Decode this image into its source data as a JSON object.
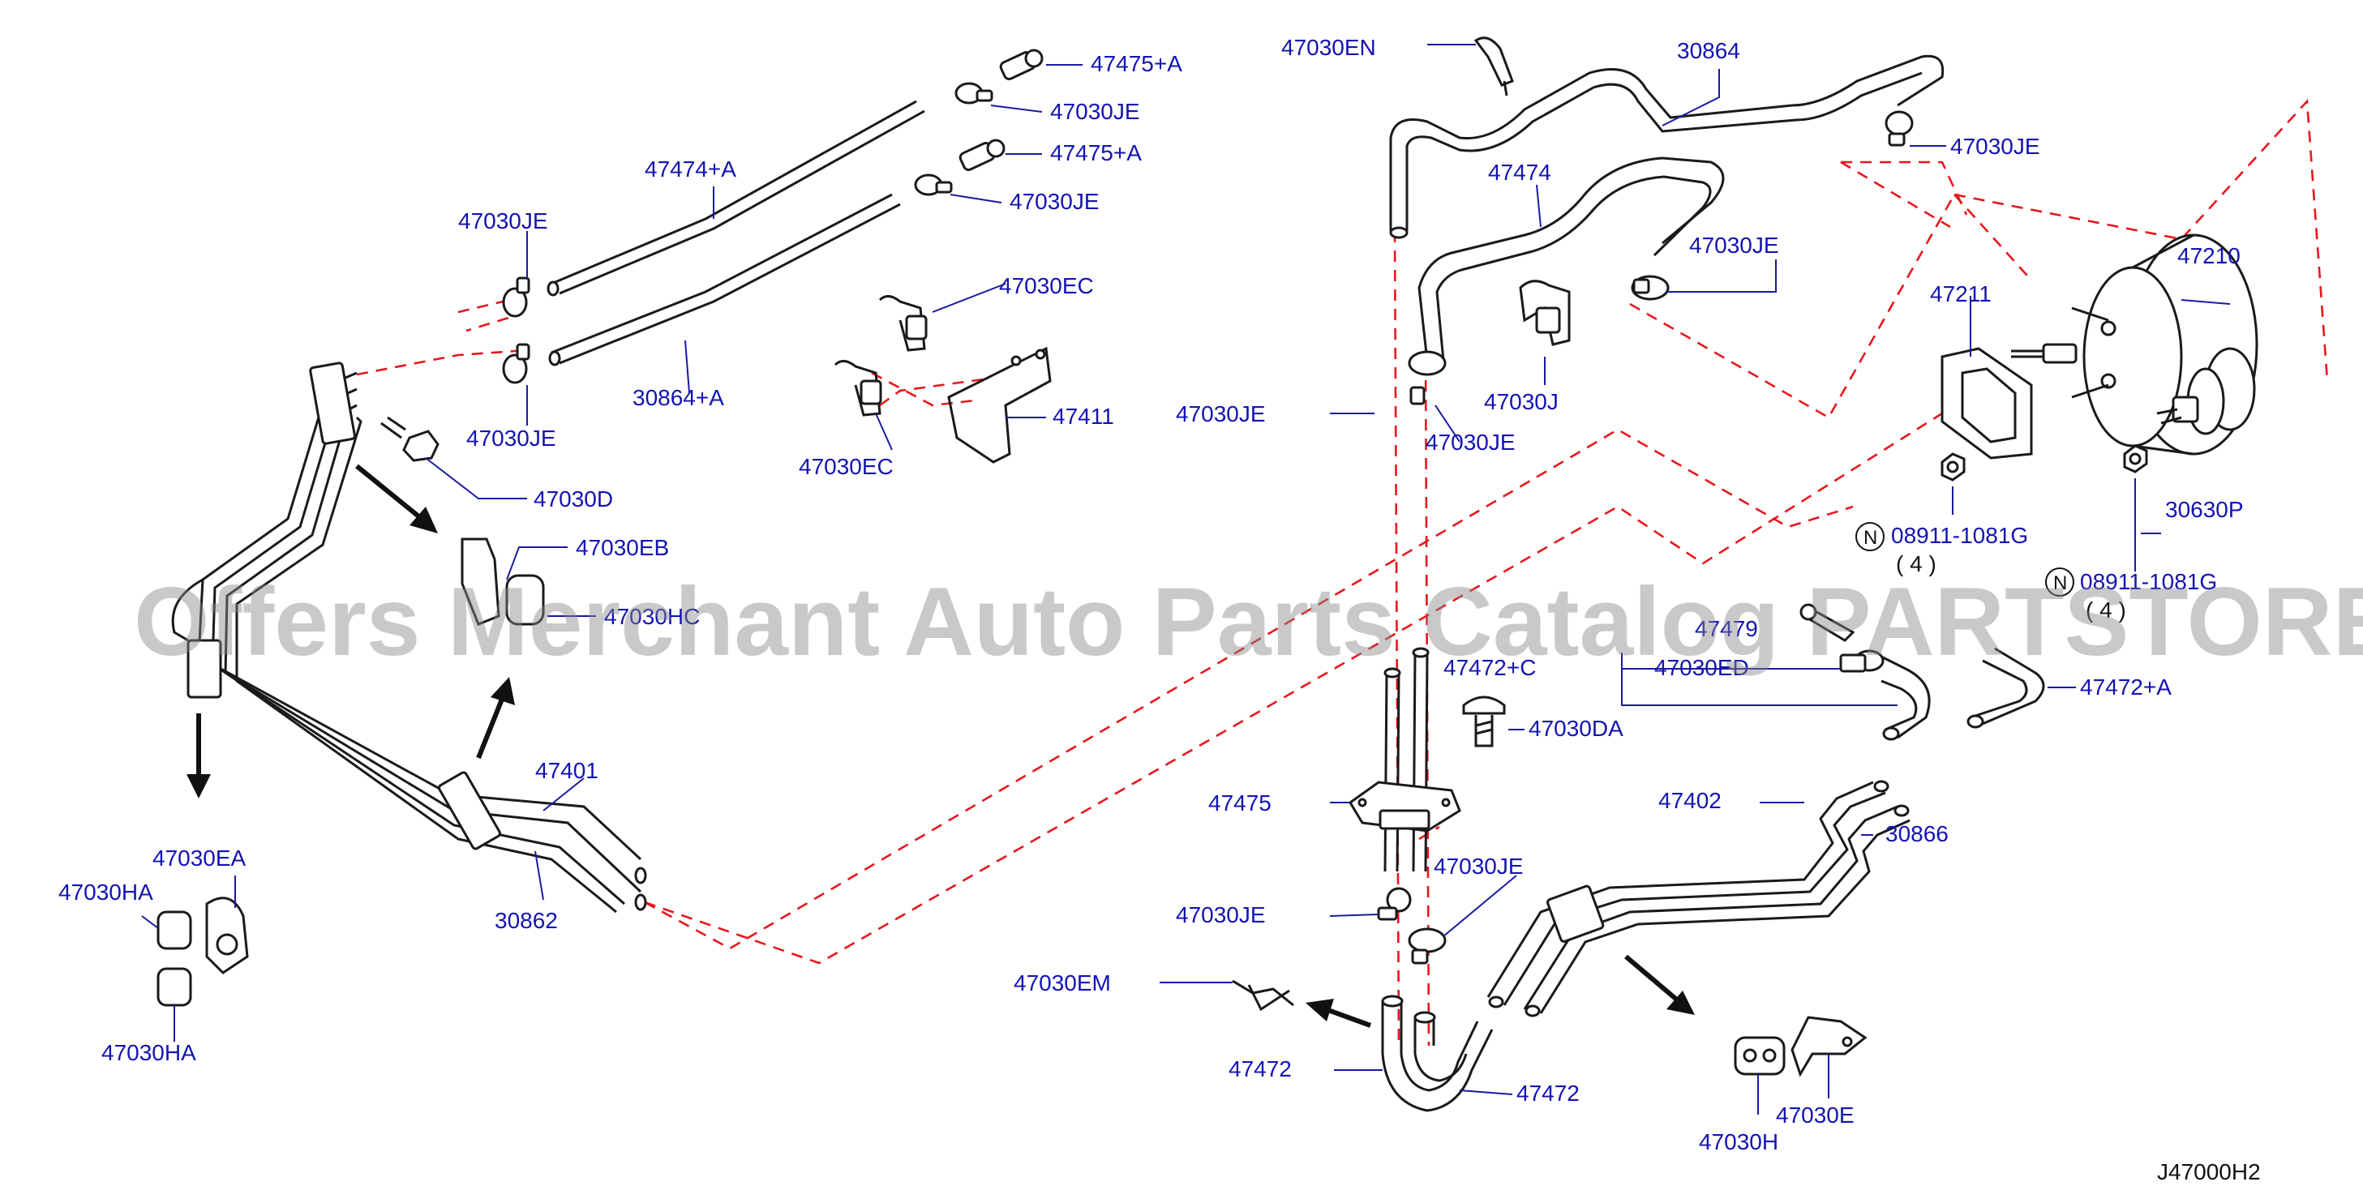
{
  "watermark": "Offers Merchant Auto Parts Catalog PARTSTORE.SA",
  "reference_code": "J47000H2",
  "colors": {
    "callout_text": "#1313b4",
    "leader_line": "#1a1a9f",
    "dashed_guide": "#e8171c",
    "part_outline": "#1a1a1a",
    "watermark": "#8a8a8a"
  },
  "callouts": {
    "c47475A_1": "47475+A",
    "c47030JE_1": "47030JE",
    "c47475A_2": "47475+A",
    "c47030JE_2": "47030JE",
    "c47474A": "47474+A",
    "c47030JE_3": "47030JE",
    "c30864A": "30864+A",
    "c47030JE_4": "47030JE",
    "c47030EC_1": "47030EC",
    "c47411": "47411",
    "c47030EC_2": "47030EC",
    "c47030D": "47030D",
    "c47030EB": "47030EB",
    "c47030HC": "47030HC",
    "c47401": "47401",
    "c30862": "30862",
    "c47030EA": "47030EA",
    "c47030HA_1": "47030HA",
    "c47030HA_2": "47030HA",
    "c47030EN": "47030EN",
    "c30864": "30864",
    "c47030JE_5": "47030JE",
    "c47474": "47474",
    "c47030JE_6": "47030JE",
    "c47030JE_7": "47030JE",
    "c47030JE_8": "47030JE",
    "c47030J": "47030J",
    "c47211": "47211",
    "c47210": "47210",
    "c08911_1": "08911-1081G",
    "c08911_1_qty": "( 4 )",
    "c30630P": "30630P",
    "c08911_2": "08911-1081G",
    "c08911_2_qty": "( 4 )",
    "c47479": "47479",
    "c47030ED": "47030ED",
    "c47472C": "47472+C",
    "c47472A": "47472+A",
    "c47030DA": "47030DA",
    "c47475": "47475",
    "c47402": "47402",
    "c30866": "30866",
    "c47030JE_9": "47030JE",
    "c47030JE_10": "47030JE",
    "c47030EM": "47030EM",
    "c47472_1": "47472",
    "c47472_2": "47472",
    "c47030H": "47030H",
    "c47030E": "47030E"
  },
  "n_marker": "N"
}
